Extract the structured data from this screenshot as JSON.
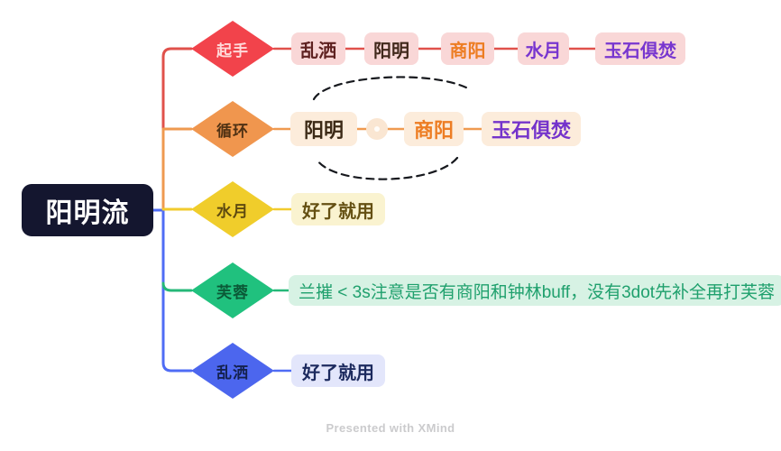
{
  "root": {
    "label": "阳明流",
    "bg": "#14162f",
    "text_color": "#ffffff"
  },
  "watermark": "Presented with XMind",
  "colors": {
    "cycle_arrow": "#17191e",
    "watermark": "#cbcbcd"
  },
  "collapsed": {
    "bg": "#fae6d2"
  },
  "branches": [
    {
      "label": "起手",
      "diamond_bg": "#f2434b",
      "diamond_text": "#ffd9d9",
      "line_color": "#e0514b",
      "children": [
        {
          "label": "乱洒",
          "bg": "#f9d7d7",
          "color": "#5e2120"
        },
        {
          "label": "阳明",
          "bg": "#f9d7d7",
          "color": "#40281b"
        },
        {
          "label": "商阳",
          "bg": "#f9d7d7",
          "color": "#ed7d23"
        },
        {
          "label": "水月",
          "bg": "#f9d7d7",
          "color": "#7836cf"
        },
        {
          "label": "玉石俱焚",
          "bg": "#f9d7d7",
          "color": "#7836cf"
        }
      ]
    },
    {
      "label": "循环",
      "diamond_bg": "#f0964e",
      "diamond_text": "#4f3113",
      "line_color": "#ef9a50",
      "children": [
        {
          "label": "阳明",
          "bg": "#fcecdb",
          "color": "#3c2a16"
        },
        {
          "label": "商阳",
          "bg": "#fcecdb",
          "color": "#ed7d23"
        },
        {
          "label": "玉石俱焚",
          "bg": "#fcecdb",
          "color": "#7433cb"
        }
      ]
    },
    {
      "label": "水月",
      "diamond_bg": "#f0cd2b",
      "diamond_text": "#5e4a10",
      "line_color": "#f2cb2e",
      "children": [
        {
          "label": "好了就用",
          "bg": "#faf3d0",
          "color": "#655013"
        }
      ]
    },
    {
      "label": "芙蓉",
      "diamond_bg": "#20c17e",
      "diamond_text": "#0b5937",
      "line_color": "#25b878",
      "children": [
        {
          "label": "兰摧 < 3s注意是否有商阳和钟林buff，没有3dot先补全再打芙蓉",
          "bg": "#d7f2e4",
          "color": "#1fa06d"
        }
      ]
    },
    {
      "label": "乱洒",
      "diamond_bg": "#4c66ee",
      "diamond_text": "#14214d",
      "line_color": "#4f6cf5",
      "children": [
        {
          "label": "好了就用",
          "bg": "#e3e6fb",
          "color": "#1c2a5e"
        }
      ]
    }
  ]
}
